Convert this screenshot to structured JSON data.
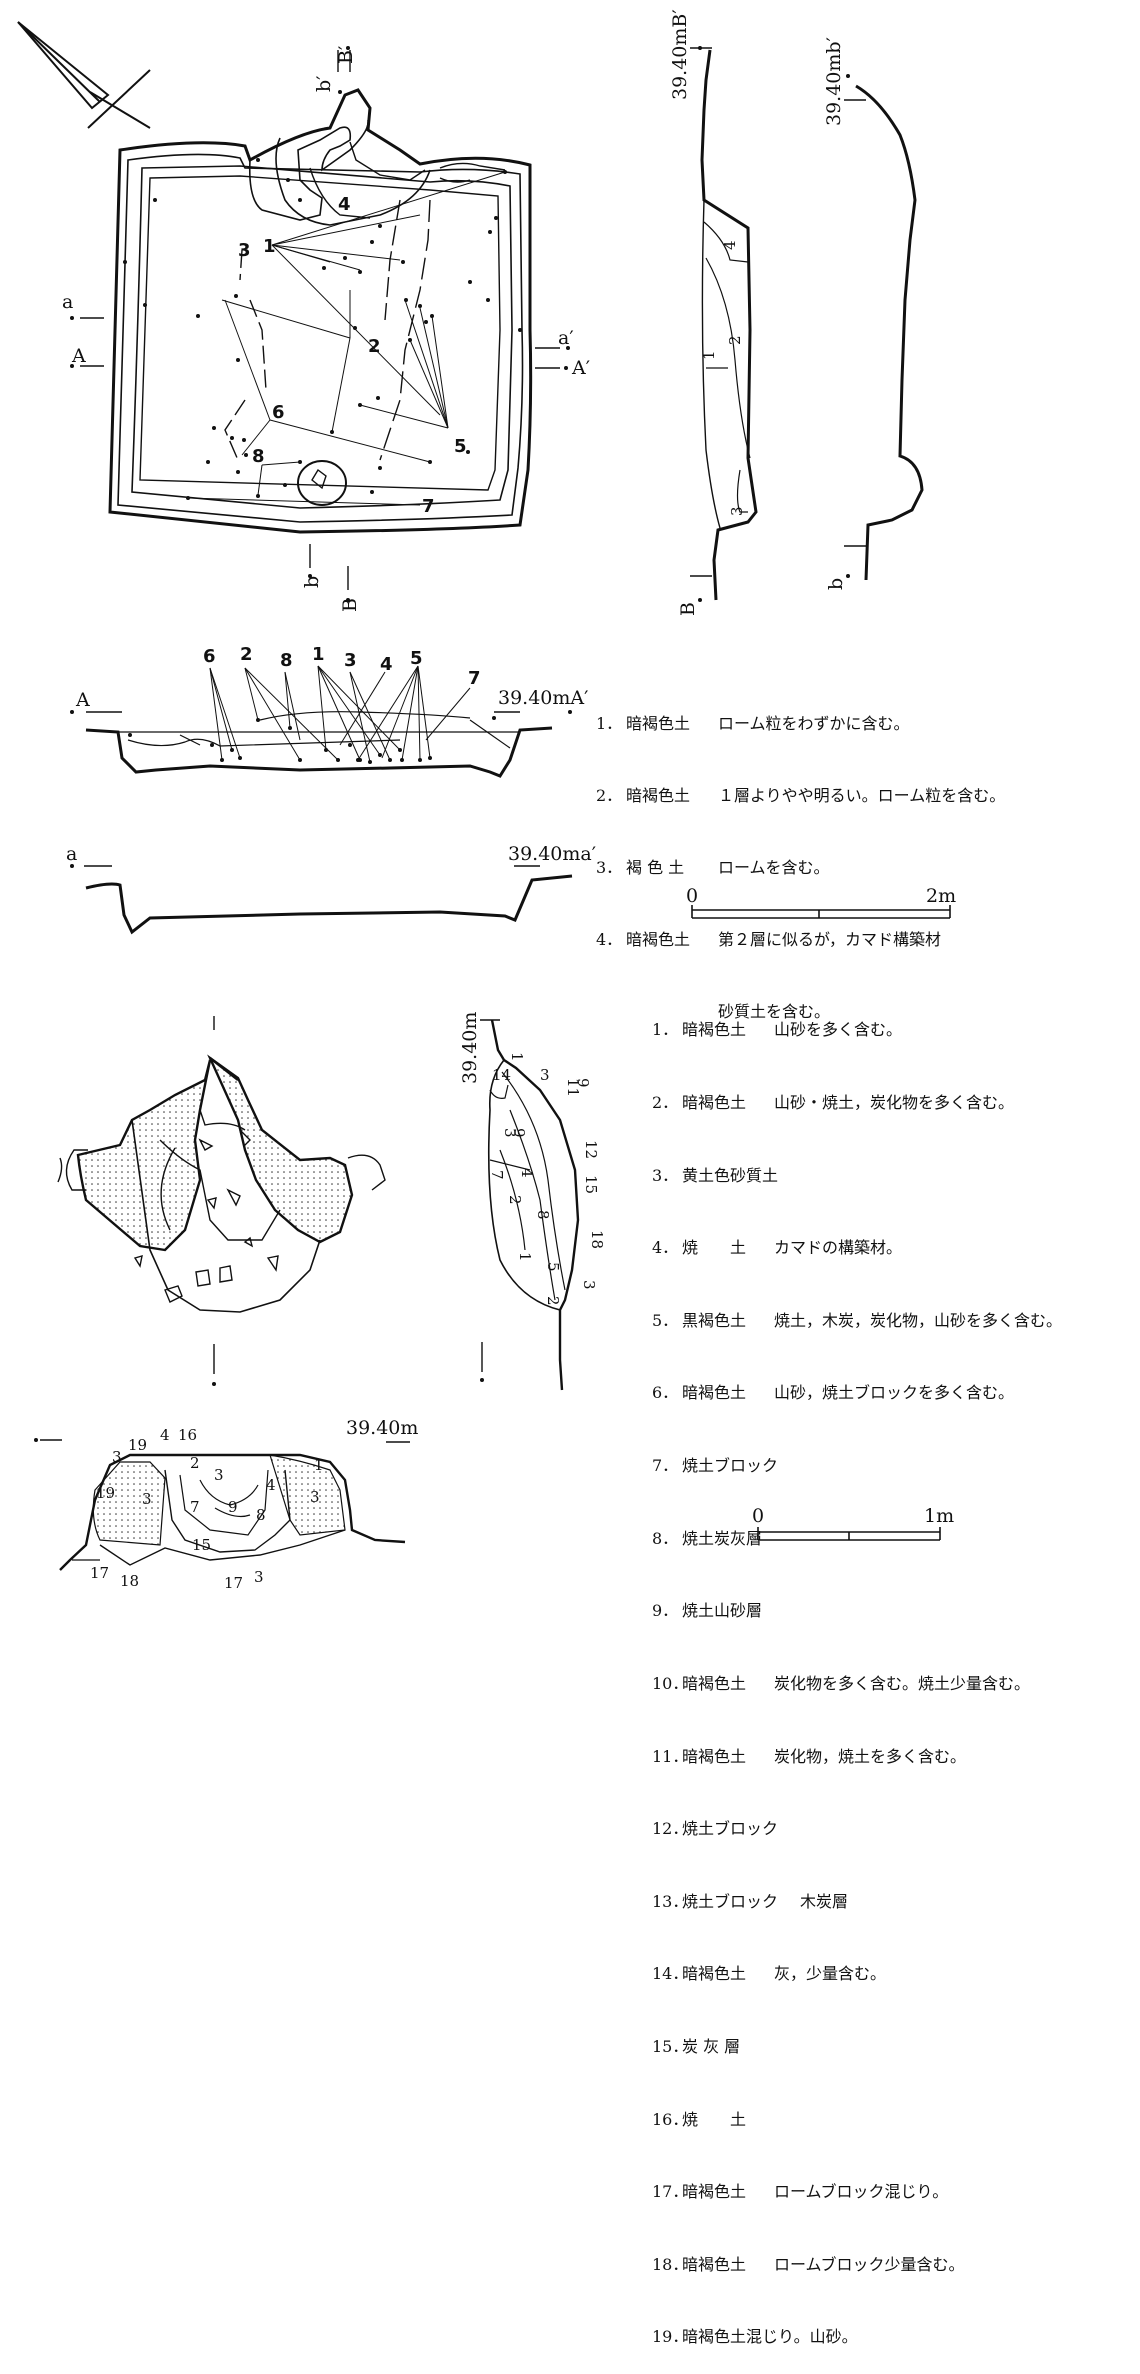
{
  "labels": {
    "b_prime": "b′",
    "B_prime": "B′",
    "a": "a",
    "a_prime": "a′",
    "A": "A",
    "A_prime": "A′",
    "b": "b",
    "B": "B",
    "elev_B": "39.40mB′",
    "elev_b": "39.40mb′",
    "elev_A": "39.40mA′",
    "elev_a": "39.40ma′",
    "elev_kamado_side": "39.40m",
    "elev_kamado_front": "39.40m"
  },
  "plan_numbers": [
    "1",
    "2",
    "3",
    "4",
    "5",
    "6",
    "7",
    "8"
  ],
  "section_A_numbers": [
    "6",
    "2",
    "8",
    "1",
    "3",
    "4",
    "5",
    "7"
  ],
  "section_B_numbers": [
    "4",
    "2",
    "1",
    "3"
  ],
  "kamado_side_numbers": [
    "1",
    "14",
    "3",
    "11",
    "9",
    "3",
    "9",
    "7",
    "4",
    "2",
    "8",
    "12",
    "15",
    "18",
    "1",
    "5",
    "3",
    "2"
  ],
  "kamado_front_numbers": [
    "3",
    "19",
    "4",
    "16",
    "2",
    "3",
    "4",
    "1",
    "19",
    "3",
    "7",
    "9",
    "8",
    "3",
    "15",
    "17",
    "18",
    "17",
    "3"
  ],
  "scale_top": {
    "zero": "0",
    "end": "2m"
  },
  "scale_bottom": {
    "zero": "0",
    "end": "1m"
  },
  "legend_top": [
    {
      "n": "1．",
      "a": "暗褐色土",
      "b": "ローム粒をわずかに含む。"
    },
    {
      "n": "2．",
      "a": "暗褐色土",
      "b": "１層よりやや明るい。ローム粒を含む。"
    },
    {
      "n": "3．",
      "a": "褐 色 土",
      "b": "ロームを含む。"
    },
    {
      "n": "4．",
      "a": "暗褐色土",
      "b": "第２層に似るが，カマド構築材"
    },
    {
      "n": "",
      "a": "",
      "b": "砂質土を含む。"
    }
  ],
  "legend_bottom": [
    {
      "n": "1．",
      "a": "暗褐色土",
      "b": "山砂を多く含む。"
    },
    {
      "n": "2．",
      "a": "暗褐色土",
      "b": "山砂・焼土，炭化物を多く含む。"
    },
    {
      "n": "3．",
      "a": "黄土色砂質土",
      "b": ""
    },
    {
      "n": "4．",
      "a": "焼　　土",
      "b": "カマドの構築材。"
    },
    {
      "n": "5．",
      "a": "黒褐色土",
      "b": "焼土，木炭，炭化物，山砂を多く含む。"
    },
    {
      "n": "6．",
      "a": "暗褐色土",
      "b": "山砂，焼土ブロックを多く含む。"
    },
    {
      "n": "7．",
      "a": "焼土ブロック",
      "b": ""
    },
    {
      "n": "8．",
      "a": "焼土炭灰層",
      "b": ""
    },
    {
      "n": "9．",
      "a": "焼土山砂層",
      "b": ""
    },
    {
      "n": "10．",
      "a": "暗褐色土",
      "b": "炭化物を多く含む。焼土少量含む。"
    },
    {
      "n": "11．",
      "a": "暗褐色土",
      "b": "炭化物，焼土を多く含む。"
    },
    {
      "n": "12．",
      "a": "焼土ブロック",
      "b": ""
    },
    {
      "n": "13．",
      "a": "焼土ブロック",
      "b": "木炭層"
    },
    {
      "n": "14．",
      "a": "暗褐色土",
      "b": "灰，少量含む。"
    },
    {
      "n": "15．",
      "a": "炭 灰 層",
      "b": ""
    },
    {
      "n": "16．",
      "a": "焼　　土",
      "b": ""
    },
    {
      "n": "17．",
      "a": "暗褐色土",
      "b": "ロームブロック混じり。"
    },
    {
      "n": "18．",
      "a": "暗褐色土",
      "b": "ロームブロック少量含む。"
    },
    {
      "n": "19．",
      "a": "暗褐色土混じり。山砂。",
      "b": ""
    }
  ]
}
